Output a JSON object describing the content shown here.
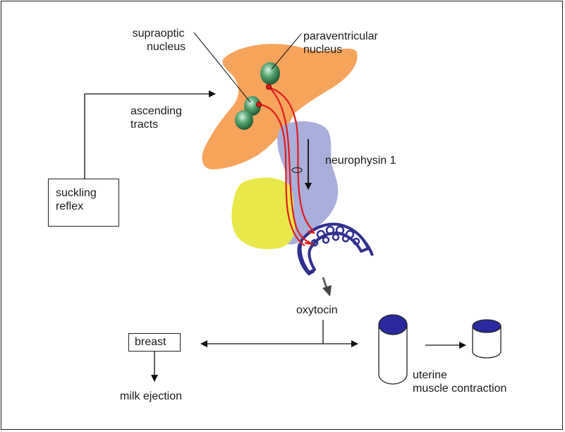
{
  "labels": {
    "supraoptic": [
      "supraoptic",
      "nucleus"
    ],
    "paraventricular": [
      "paraventricular",
      "nucleus"
    ],
    "ascending": [
      "ascending",
      "tracts"
    ],
    "neurophysin": "neurophysin 1",
    "suckling": [
      "suckling",
      "reflex"
    ],
    "oxytocin": "oxytocin",
    "breast": "breast",
    "milk": "milk ejection",
    "uterine": [
      "uterine",
      "muscle contraction"
    ]
  },
  "colors": {
    "hypothalamus": "#F6A35C",
    "pituitary_stalk": "#A9AEDB",
    "anterior_lobe": "#E8E84A",
    "nucleus": "#3E8E5A",
    "axon": "#E21B1B",
    "capillary": "#2F2F8E",
    "muscle_top": "#2A2A9E"
  }
}
